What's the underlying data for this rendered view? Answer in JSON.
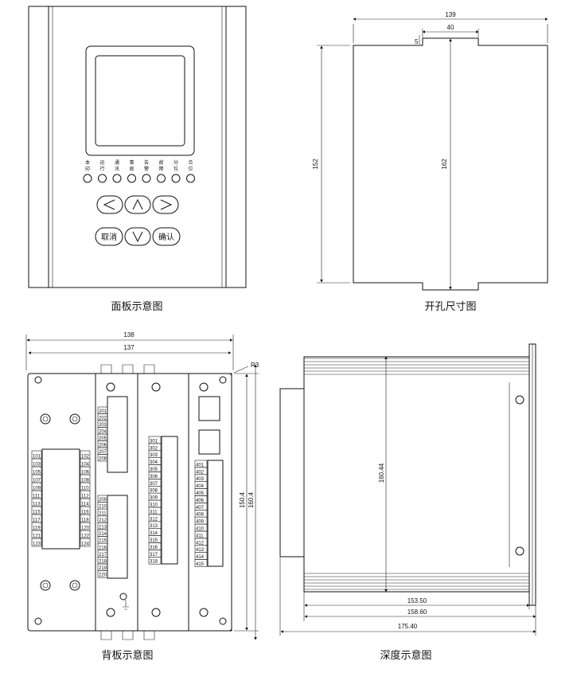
{
  "captions": {
    "front": "面板示意图",
    "cutout": "开孔尺寸图",
    "back": "背板示意图",
    "depth": "深度示意图"
  },
  "front_panel": {
    "leds": [
      {
        "l1": "本",
        "l2": "印"
      },
      {
        "l1": "运",
        "l2": "行"
      },
      {
        "l1": "通",
        "l2": "讯"
      },
      {
        "l1": "事",
        "l2": "故"
      },
      {
        "l1": "告",
        "l2": "警"
      },
      {
        "l1": "故",
        "l2": "障"
      },
      {
        "l1": "分",
        "l2": "位"
      },
      {
        "l1": "合",
        "l2": "位"
      }
    ],
    "buttons": {
      "left": "<",
      "up": "^",
      "right": ">",
      "cancel": "取消",
      "down": "v",
      "confirm": "确认"
    }
  },
  "cutout": {
    "width": "139",
    "notch_width": "40",
    "notch_depth": "5",
    "height": "152",
    "total_height": "162"
  },
  "back": {
    "outer_width": "138",
    "inner_width": "137",
    "radius": "R3",
    "height_inner": "150.4",
    "height_outer": "160.4",
    "col1_left": [
      "101",
      "103",
      "105",
      "107",
      "109",
      "111",
      "113",
      "115",
      "117",
      "119",
      "121",
      "123"
    ],
    "col1_right": [
      "102",
      "104",
      "106",
      "108",
      "110",
      "112",
      "114",
      "116",
      "118",
      "120",
      "122",
      "124"
    ],
    "col2_top": [
      "201",
      "202",
      "203",
      "204",
      "205",
      "206",
      "207",
      "208"
    ],
    "col2_bottom": [
      "209",
      "210",
      "211",
      "212",
      "213",
      "214",
      "215",
      "216",
      "217",
      "218",
      "219",
      "220"
    ],
    "col3": [
      "301",
      "302",
      "303",
      "304",
      "305",
      "306",
      "307",
      "308",
      "309",
      "310",
      "311",
      "312",
      "313",
      "314",
      "315",
      "316",
      "317",
      "318"
    ],
    "col4": [
      "401",
      "402",
      "403",
      "404",
      "405",
      "406",
      "407",
      "408",
      "409",
      "410",
      "411",
      "412",
      "413",
      "414",
      "415"
    ]
  },
  "depth": {
    "inner": "160.44",
    "d1": "153.50",
    "d2": "158.60",
    "d3": "175.40"
  }
}
